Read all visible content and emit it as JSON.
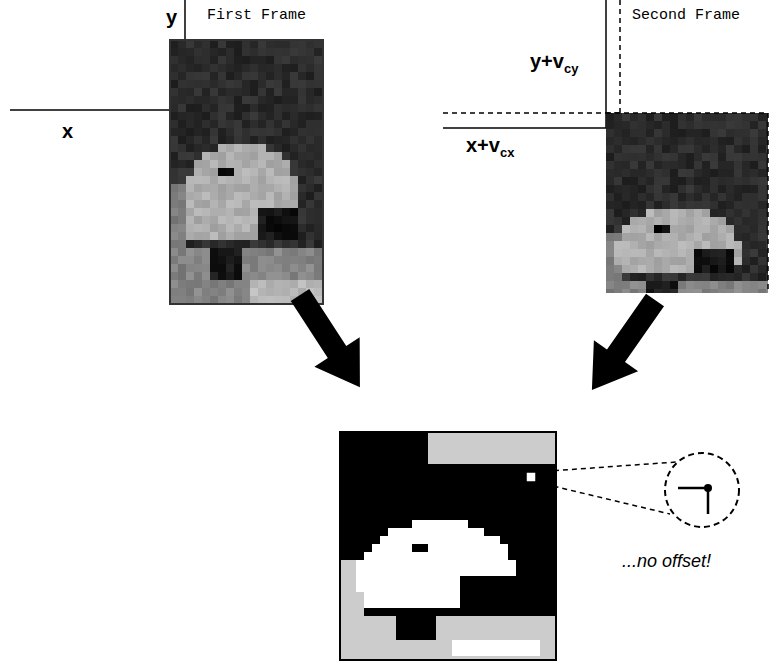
{
  "diagram": {
    "labels": [
      "First Frame",
      "y",
      "x",
      "Second Frame",
      "y+v",
      "cy",
      "x+v",
      "cx",
      "...no offset!"
    ]
  }
}
